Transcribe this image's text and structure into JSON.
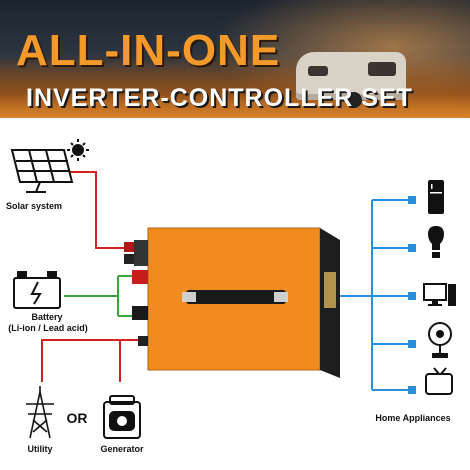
{
  "header": {
    "title_line1": "ALL-IN-ONE",
    "title_line2": "INVERTER-CONTROLLER SET"
  },
  "inputs": {
    "solar_label": "Solar system",
    "battery_label_line1": "Battery",
    "battery_label_line2": "(Li-ion / Lead acid)",
    "utility_label": "Utility",
    "or_text": "OR",
    "generator_label": "Generator"
  },
  "outputs": {
    "appliances_label": "Home Appliances",
    "items": [
      "fridge-icon",
      "bulb-icon",
      "computer-icon",
      "fan-icon",
      "tv-icon"
    ]
  },
  "colors": {
    "accent": "#f39a2a",
    "device_orange": "#f08c1f",
    "wire_red": "#d32020",
    "wire_green": "#3aa63a",
    "wire_blue": "#2a8fd8"
  }
}
